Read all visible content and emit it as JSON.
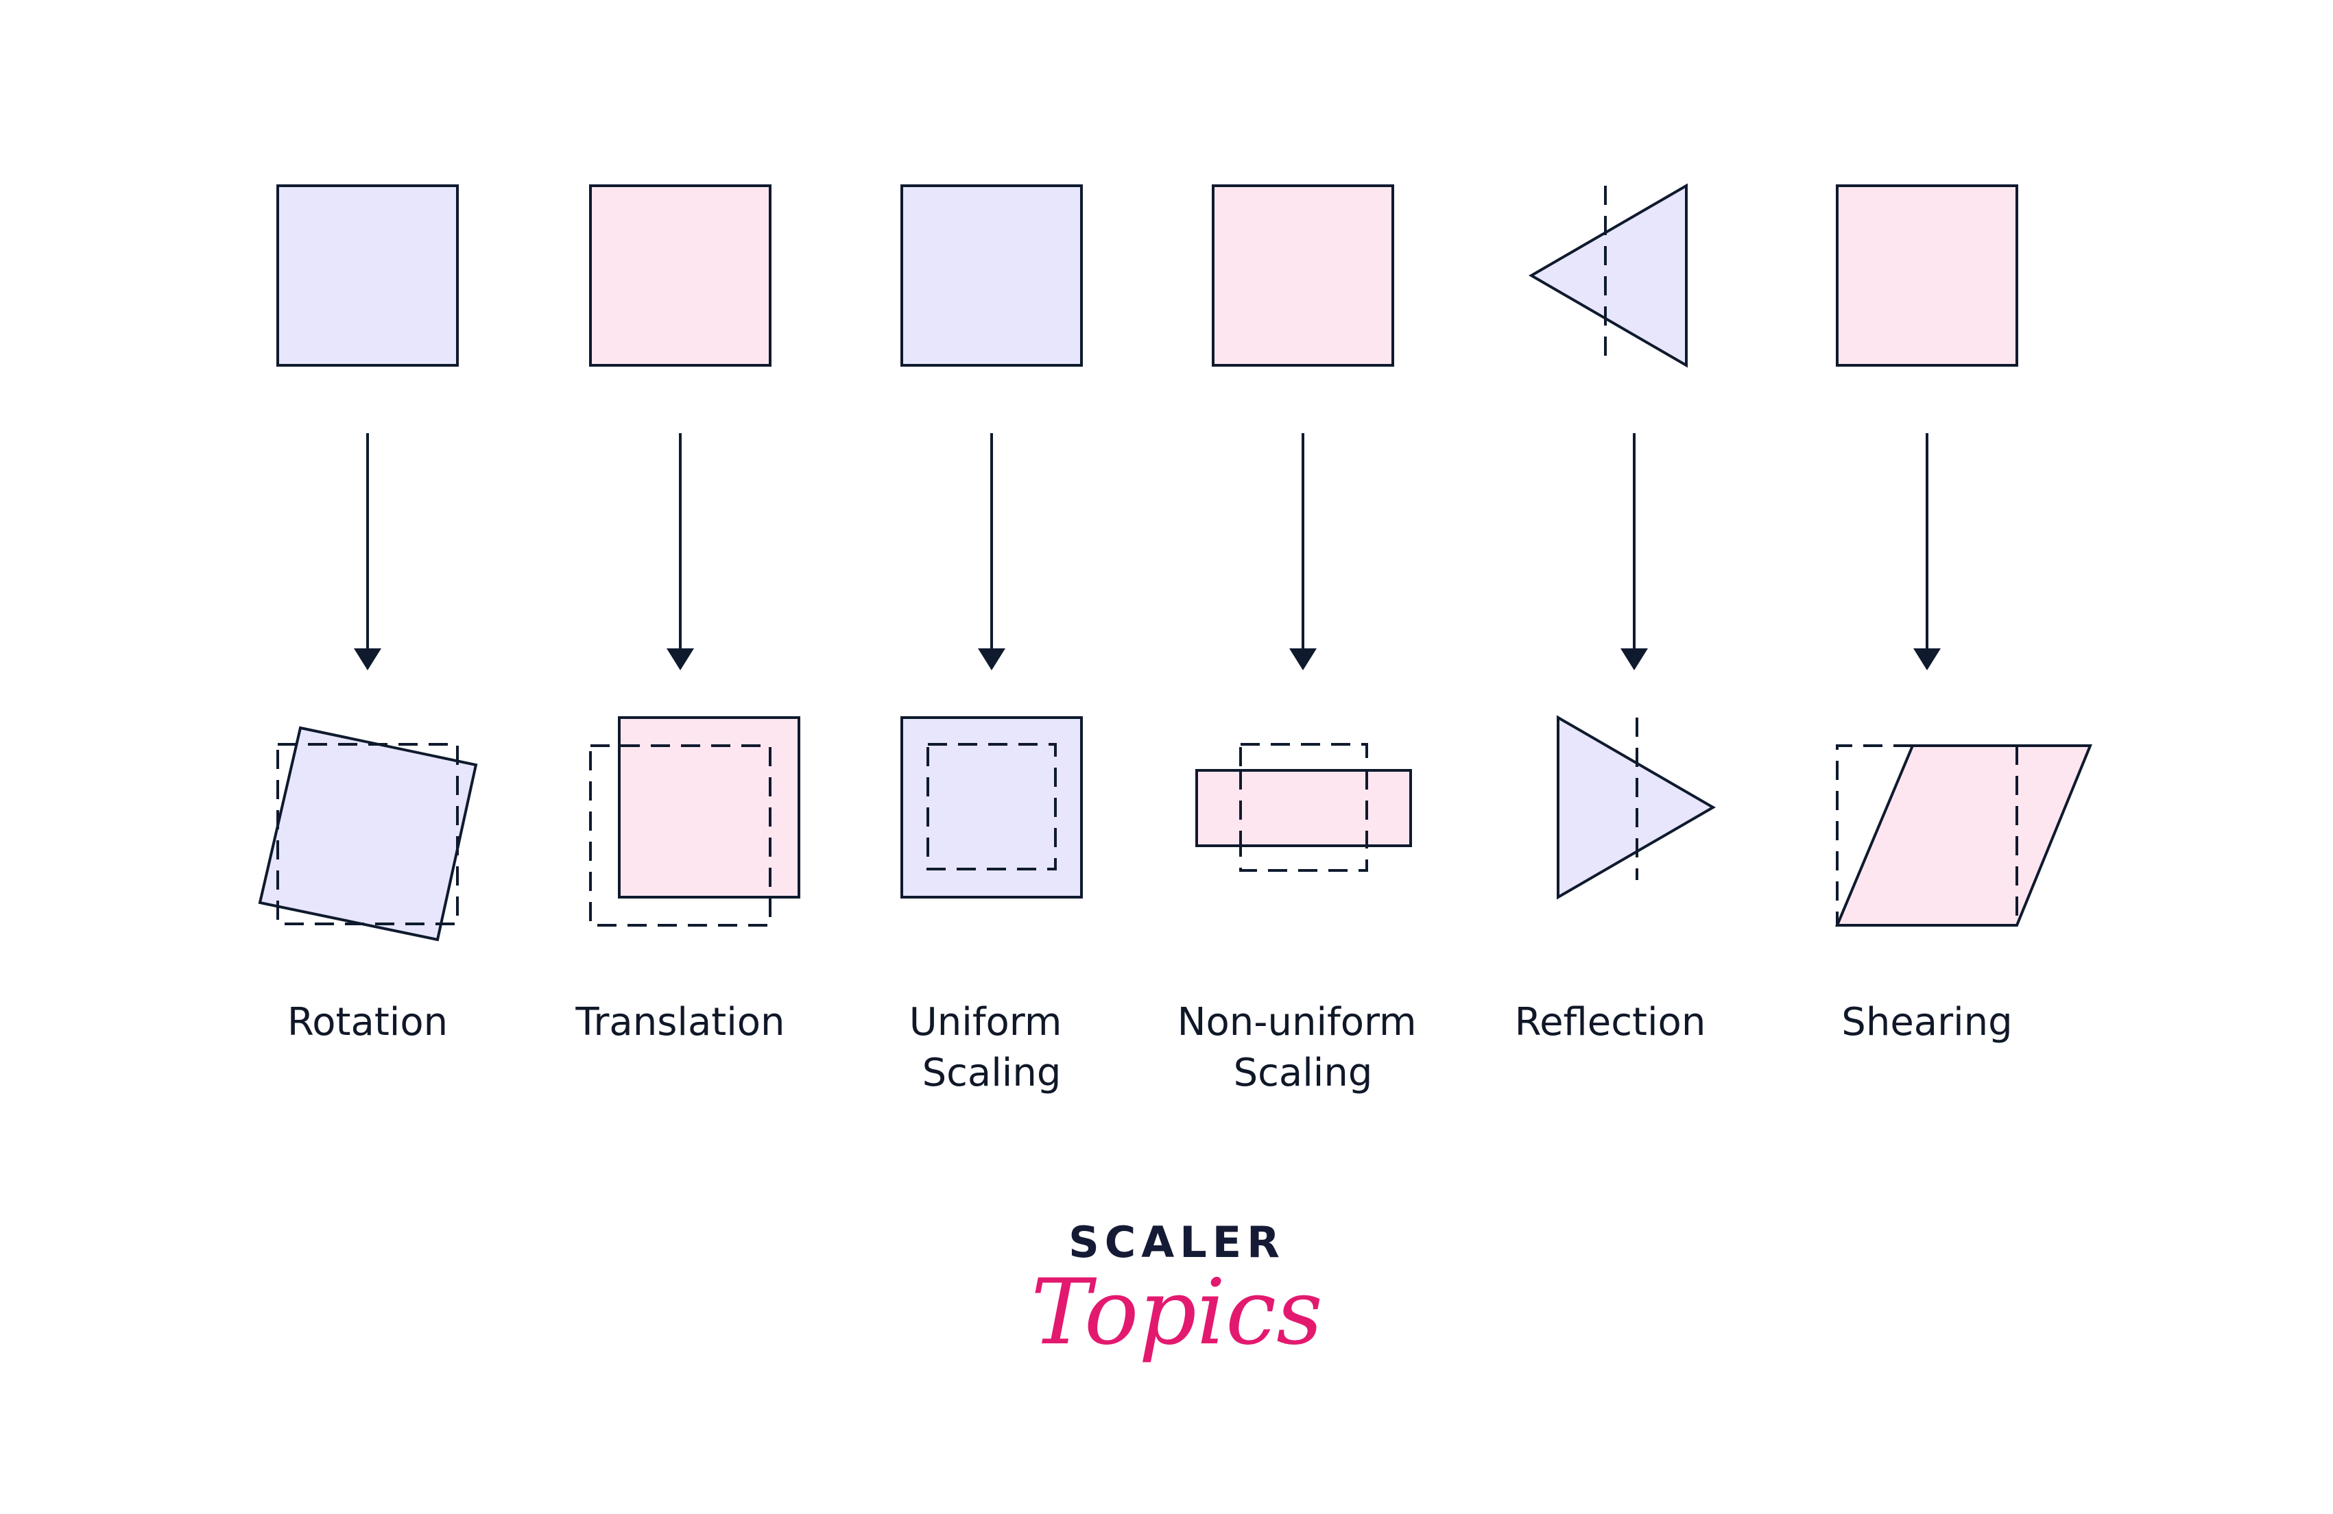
{
  "colors": {
    "stroke": "#0f1a2e",
    "lavender_fill": "#e7e6fc",
    "pink_fill": "#fde6f0",
    "logo_dark": "#151b35",
    "logo_pink": "#e3196f"
  },
  "transformations": [
    {
      "id": "rotation",
      "label_lines": [
        "Rotation"
      ]
    },
    {
      "id": "translation",
      "label_lines": [
        "Translation"
      ]
    },
    {
      "id": "uniform-scaling",
      "label_lines": [
        "Uniform",
        "Scaling"
      ]
    },
    {
      "id": "non-uniform-scaling",
      "label_lines": [
        "Non-uniform",
        "Scaling"
      ]
    },
    {
      "id": "reflection",
      "label_lines": [
        "Reflection"
      ]
    },
    {
      "id": "shearing",
      "label_lines": [
        "Shearing"
      ]
    }
  ],
  "logo": {
    "word": "SCALER",
    "script": "Topics"
  }
}
